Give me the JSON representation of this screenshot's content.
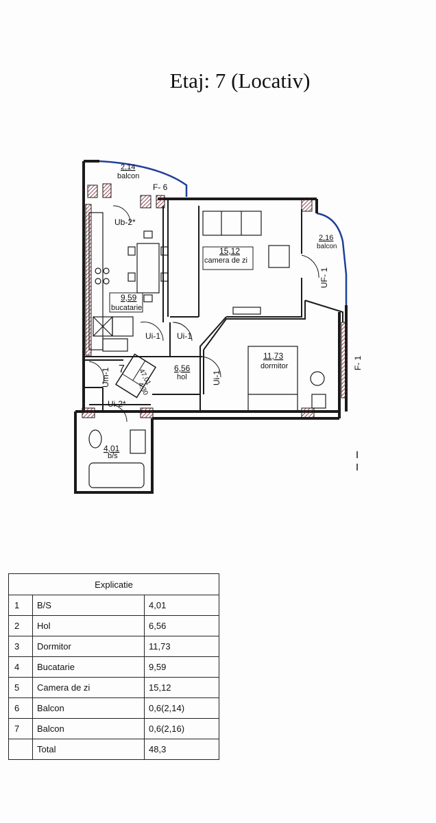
{
  "page": {
    "title": "Etaj: 7 (Locativ)"
  },
  "plan": {
    "rooms": [
      {
        "id": "balcon-1",
        "area": "2,14",
        "name": "balcon"
      },
      {
        "id": "balcon-2",
        "area": "2,16",
        "name": "balcon"
      },
      {
        "id": "camera",
        "area": "15,12",
        "name": "camera de zi"
      },
      {
        "id": "bucatarie",
        "area": "9,59",
        "name": "bucatarie"
      },
      {
        "id": "hol",
        "area": "6,56",
        "name": "hol"
      },
      {
        "id": "dormitor",
        "area": "11,73",
        "name": "dormitor"
      },
      {
        "id": "bs",
        "area": "4,01",
        "name": "b/s"
      }
    ],
    "openings": {
      "f6": "F- 6",
      "ub2": "Ub-2*",
      "uf1": "UF- 1",
      "f1": "F- 1",
      "ui1a": "Ui-1",
      "ui1b": "Ui-1",
      "ui1c": "Ui-1",
      "um1": "Um-1",
      "ui2": "Ui-2*"
    },
    "apartment_stamp": {
      "number": "7",
      "total": "47,01",
      "extra": "4,30"
    }
  },
  "legend": {
    "title": "Explicatie",
    "rows": [
      {
        "num": "1",
        "label": "B/S",
        "value": "4,01"
      },
      {
        "num": "2",
        "label": "Hol",
        "value": "6,56"
      },
      {
        "num": "3",
        "label": "Dormitor",
        "value": "11,73"
      },
      {
        "num": "4",
        "label": "Bucatarie",
        "value": "9,59"
      },
      {
        "num": "5",
        "label": "Camera de zi",
        "value": "15,12"
      },
      {
        "num": "6",
        "label": "Balcon",
        "value": "0,6(2,14)"
      },
      {
        "num": "7",
        "label": "Balcon",
        "value": "0,6(2,16)"
      },
      {
        "num": "",
        "label": "Total",
        "value": "48,3"
      }
    ]
  },
  "colors": {
    "wall": "#1a1a1a",
    "balcony_line": "#1f3f9a",
    "hatch": "#7a1f2a"
  }
}
